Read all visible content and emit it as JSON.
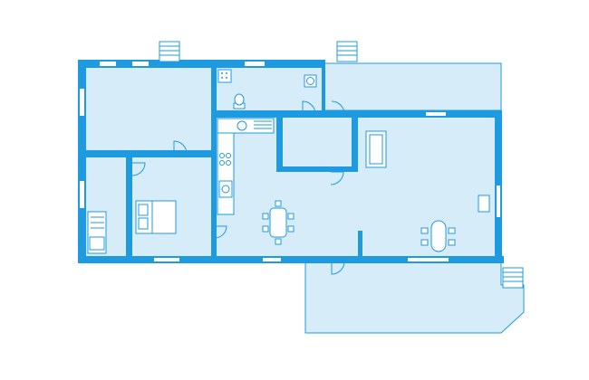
{
  "plan": {
    "type": "floor-plan",
    "colors": {
      "wall": "#1e9ae0",
      "floor": "#d6ecf8",
      "window": "#ffffff",
      "background": "#ffffff"
    },
    "labels": [],
    "rooms": [
      "bedroom-1",
      "bedroom-2",
      "bathroom",
      "storage",
      "hall",
      "living-area",
      "covered-terrace-north",
      "terrace-south"
    ],
    "furniture": [
      "double-bed",
      "bunk-bed",
      "sofa",
      "dining-table-6",
      "dining-table-4",
      "kitchen-counter",
      "toilet",
      "shower",
      "washbasin",
      "stove"
    ],
    "icons": [
      "entrance-steps-icon",
      "door-swing-icon",
      "window-icon"
    ]
  }
}
